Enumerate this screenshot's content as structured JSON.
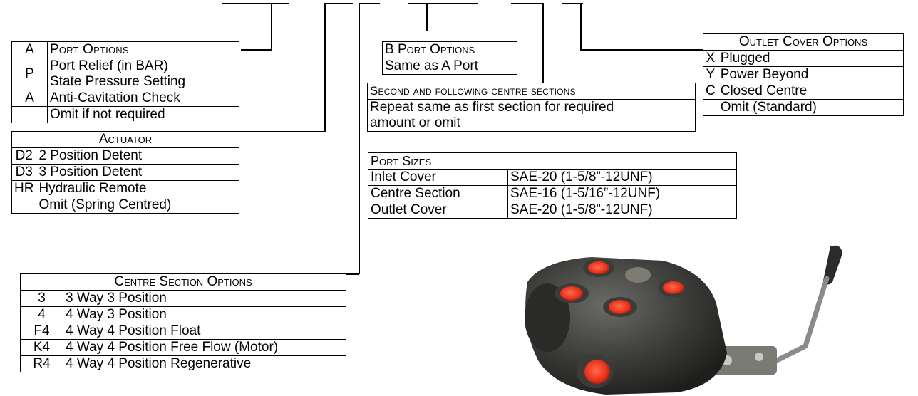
{
  "a_port": {
    "title_letter": "A",
    "title": "Port Options",
    "rows": [
      {
        "code": "P",
        "desc1": "Port Relief (in BAR)",
        "desc2": "State Pressure Setting"
      },
      {
        "code": "A",
        "desc1": "Anti-Cavitation Check"
      },
      {
        "code": "",
        "desc1": "Omit if not required"
      }
    ]
  },
  "actuator": {
    "title": "Actuator",
    "rows": [
      {
        "code": "D2",
        "desc": "2 Position Detent"
      },
      {
        "code": "D3",
        "desc": "3 Position Detent"
      },
      {
        "code": "HR",
        "desc": "Hydraulic Remote"
      },
      {
        "code": "",
        "desc": "Omit (Spring Centred)"
      }
    ]
  },
  "centre_section": {
    "title": "Centre Section Options",
    "rows": [
      {
        "code": "3",
        "desc": "3 Way 3 Position"
      },
      {
        "code": "4",
        "desc": "4 Way 3 Position"
      },
      {
        "code": "F4",
        "desc": "4 Way 4 Position Float"
      },
      {
        "code": "K4",
        "desc": "4 Way 4 Position Free Flow (Motor)"
      },
      {
        "code": "R4",
        "desc": "4 Way 4 Position Regenerative"
      }
    ]
  },
  "b_port": {
    "title": "B Port Options",
    "value": "Same as A Port"
  },
  "second_section": {
    "title": "Second and following centre sections",
    "line1": "Repeat same as first section for required",
    "line2": "amount or omit"
  },
  "port_sizes": {
    "title": "Port Sizes",
    "rows": [
      {
        "name": "Inlet Cover",
        "size": "SAE-20 (1-5/8”-12UNF)"
      },
      {
        "name": "Centre Section",
        "size": "SAE-16 (1-5/16”-12UNF)"
      },
      {
        "name": "Outlet Cover",
        "size": "SAE-20 (1-5/8”-12UNF)"
      }
    ]
  },
  "outlet_cover": {
    "title": "Outlet Cover Options",
    "rows": [
      {
        "code": "X",
        "desc": "Plugged"
      },
      {
        "code": "Y",
        "desc": "Power Beyond"
      },
      {
        "code": "C",
        "desc": "Closed Centre"
      },
      {
        "code": "",
        "desc": "Omit (Standard)"
      }
    ]
  },
  "colors": {
    "port_red": "#e8321e",
    "body_dark": "#3a3a3a",
    "lines": "#000000"
  }
}
